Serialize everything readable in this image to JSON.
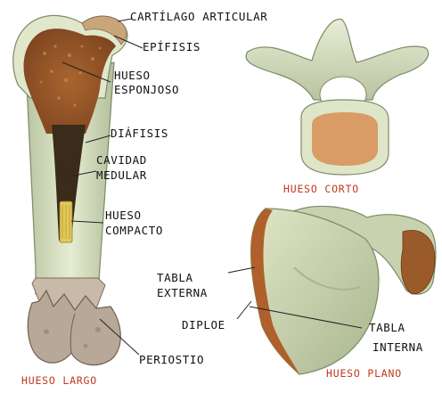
{
  "long_bone": {
    "caption": "HUESO LARGO",
    "labels": {
      "cartilago": "CARTÍLAGO ARTICULAR",
      "epifisis": "EPÍFISIS",
      "esponjoso_1": "HUESO",
      "esponjoso_2": "ESPONJOSO",
      "diafisis": "DIÁFISIS",
      "cavidad_1": "CAVIDAD",
      "cavidad_2": "MEDULAR",
      "compacto_1": "HUESO",
      "compacto_2": "COMPACTO",
      "periostio": "PERIOSTIO"
    }
  },
  "short_bone": {
    "caption": "HUESO CORTO"
  },
  "flat_bone": {
    "caption": "HUESO PLANO",
    "labels": {
      "tabla_ext_1": "TABLA",
      "tabla_ext_2": "EXTERNA",
      "diploe": "DIPLOE",
      "tabla_int_1": "TABLA",
      "tabla_int_2": "INTERNA"
    }
  },
  "colors": {
    "bone": "#d7e0c0",
    "bone_shadow": "#aab895",
    "spongy": "#9a5a2a",
    "marrow": "#3a2b1a",
    "cartilage": "#c9a57a",
    "compact": "#e3c95a",
    "caption": "#c0391b"
  }
}
